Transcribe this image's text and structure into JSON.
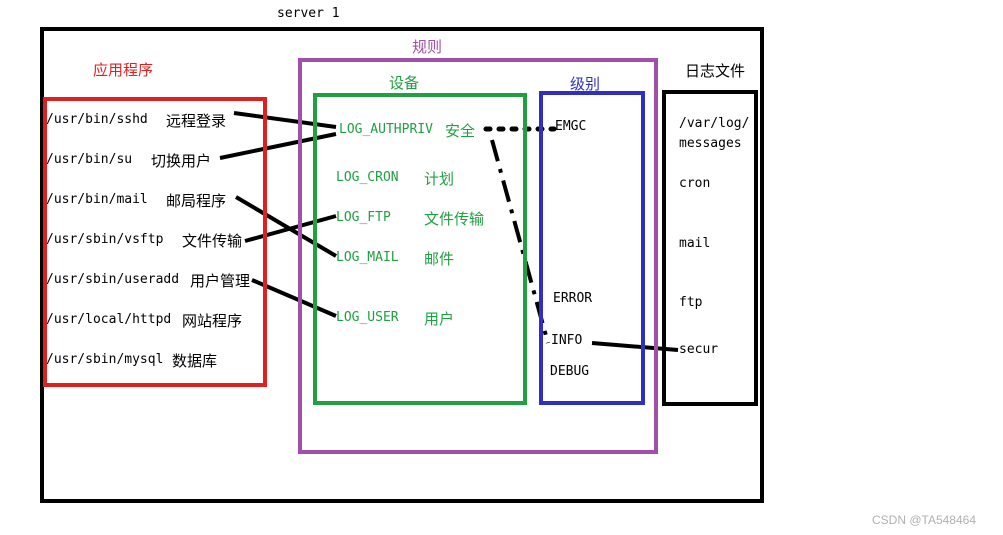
{
  "server_label": "server 1",
  "rule_label": "规则",
  "apps": {
    "title": "应用程序",
    "items": [
      {
        "path": "/usr/bin/sshd",
        "desc": "远程登录"
      },
      {
        "path": "/usr/bin/su",
        "desc": "切换用户"
      },
      {
        "path": "/usr/bin/mail",
        "desc": "邮局程序"
      },
      {
        "path": "/usr/sbin/vsftp",
        "desc": "文件传输"
      },
      {
        "path": "/usr/sbin/useradd",
        "desc": "用户管理"
      },
      {
        "path": "/usr/local/httpd",
        "desc": "网站程序"
      },
      {
        "path": "/usr/sbin/mysql",
        "desc": "数据库"
      }
    ]
  },
  "facilities": {
    "title": "设备",
    "items": [
      {
        "name": "LOG_AUTHPRIV",
        "desc": "安全"
      },
      {
        "name": "LOG_CRON",
        "desc": "计划"
      },
      {
        "name": "LOG_FTP",
        "desc": "文件传输"
      },
      {
        "name": "LOG_MAIL",
        "desc": "邮件"
      },
      {
        "name": "LOG_USER",
        "desc": "用户"
      }
    ]
  },
  "levels": {
    "title": "级别",
    "items": [
      "EMGC",
      "ERROR",
      "INFO",
      "DEBUG"
    ]
  },
  "logfiles": {
    "title": "日志文件",
    "items": [
      "/var/log/",
      "messages",
      "cron",
      "mail",
      "ftp",
      "secur"
    ]
  },
  "watermark": "CSDN @TA548464",
  "colors": {
    "server_border": "#000000",
    "apps": "#e02020",
    "rules": "#a050a8",
    "facilities": "#20a040",
    "levels": "#3030c0",
    "logfiles": "#000000",
    "watermark": "#b0b0b0"
  }
}
